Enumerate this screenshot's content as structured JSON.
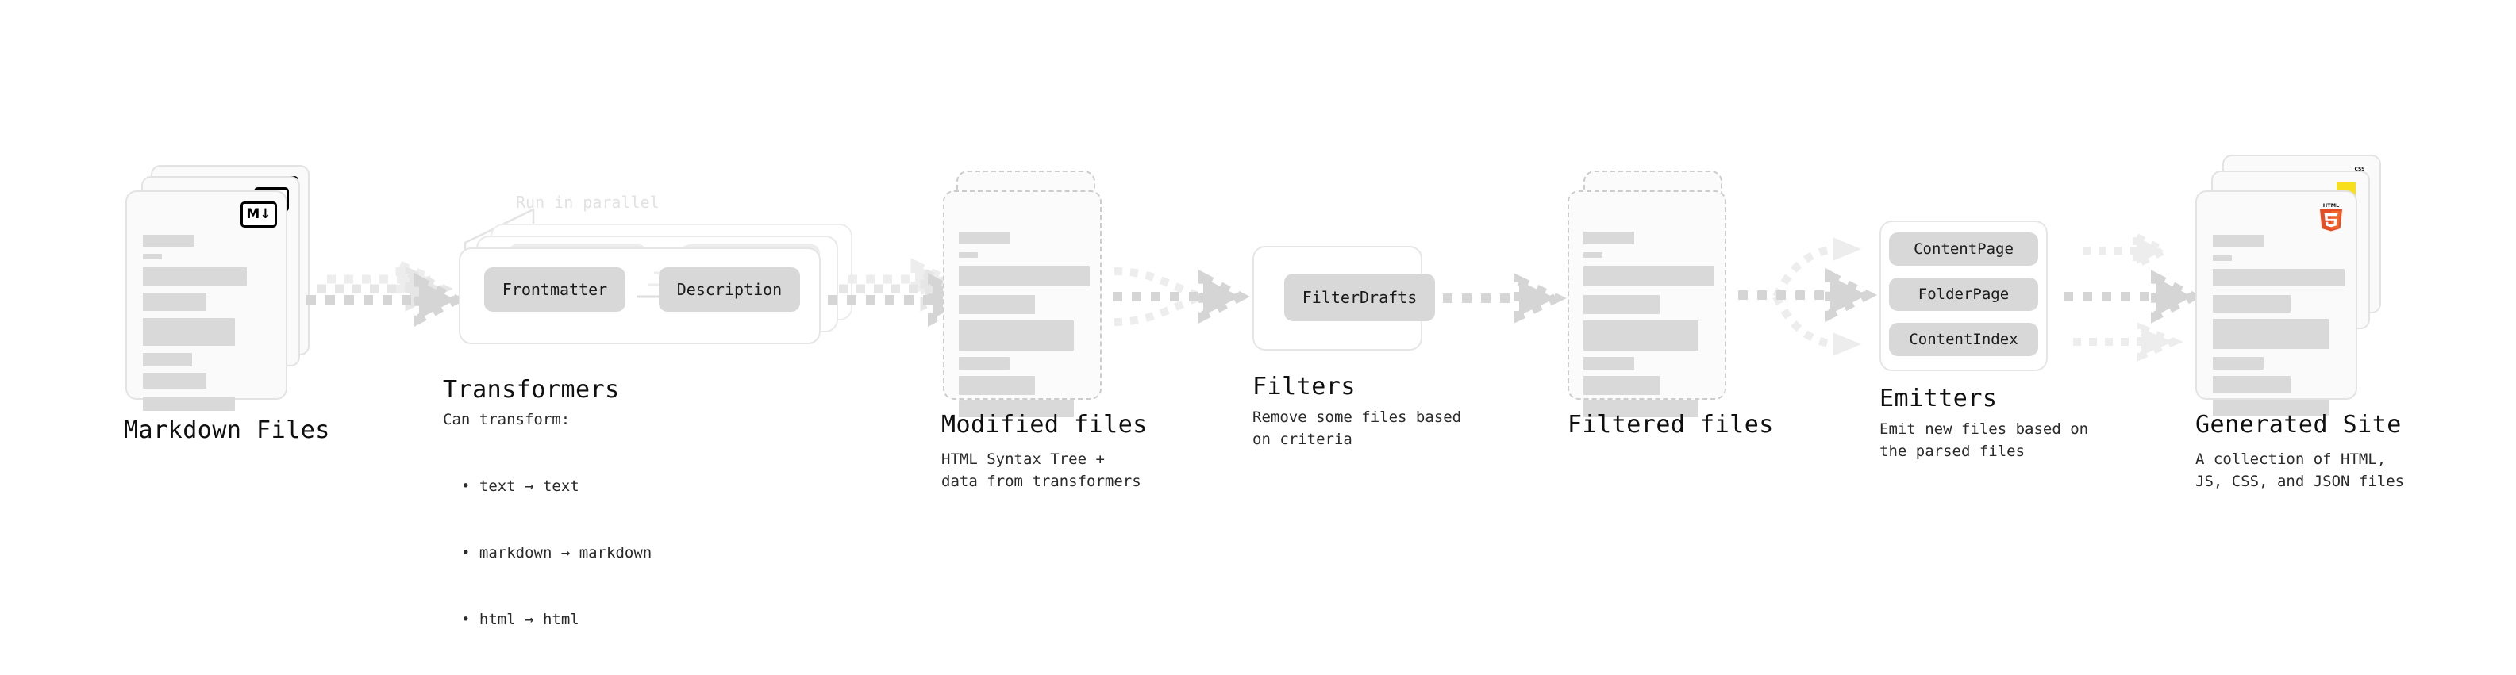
{
  "diagram": {
    "type": "pipeline-flow",
    "title": "Static site generation pipeline",
    "colors": {
      "card_fill": "#fafafa",
      "card_border": "#e3e3e3",
      "dashed_border": "#cccccc",
      "placeholder_bar": "#d9d9d9",
      "pill_fill": "#d8d8d8",
      "arrow": "#d5d5d5",
      "ghost_text": "#e2e2e2",
      "text": "#0f0f0f",
      "html5_orange": "#e44d26",
      "html5_orange_light": "#f16529",
      "js_yellow": "#f7df1e",
      "css_blue": "#264de4"
    }
  },
  "stages": [
    {
      "id": "markdown-files",
      "title": "Markdown Files",
      "subtitle": "",
      "badge": "M↓",
      "badge_name": "markdown-icon",
      "stack_count": 3,
      "kind": "file-stack"
    },
    {
      "id": "transformers",
      "title": "Transformers",
      "subtitle": "Can transform:",
      "bullets": [
        "text → text",
        "markdown → markdown",
        "html → html"
      ],
      "ghost_label": "Run in parallel",
      "items": [
        "Frontmatter",
        "Description"
      ],
      "stack_count": 3,
      "kind": "group"
    },
    {
      "id": "modified-files",
      "title": "Modified files",
      "subtitle": "HTML Syntax Tree +\ndata from transformers",
      "stack_count": 2,
      "kind": "file-stack-dashed"
    },
    {
      "id": "filters",
      "title": "Filters",
      "subtitle": "Remove some files based\non criteria",
      "items": [
        "FilterDrafts"
      ],
      "kind": "group"
    },
    {
      "id": "filtered-files",
      "title": "Filtered files",
      "subtitle": "",
      "stack_count": 2,
      "kind": "file-stack-dashed"
    },
    {
      "id": "emitters",
      "title": "Emitters",
      "subtitle": "Emit new files based on\nthe parsed files",
      "items": [
        "ContentPage",
        "FolderPage",
        "ContentIndex"
      ],
      "kind": "group"
    },
    {
      "id": "generated-site",
      "title": "Generated Site",
      "subtitle": "A collection of HTML,\nJS, CSS, and JSON files",
      "badge": "HTML5",
      "badge_name": "html5-icon",
      "stack_badges": [
        "css-icon",
        "js-icon",
        "html5-icon"
      ],
      "stack_count": 3,
      "kind": "file-stack"
    }
  ],
  "connectors": [
    {
      "id": "md-to-transformers",
      "style": "dashed-arrow",
      "lanes": 3,
      "shape": "parallel"
    },
    {
      "id": "transformers-to-modified",
      "style": "dashed-arrow",
      "lanes": 3,
      "shape": "parallel"
    },
    {
      "id": "modified-to-filters",
      "style": "dashed-arrow",
      "lanes": 3,
      "shape": "merge"
    },
    {
      "id": "filters-to-filtered",
      "style": "dashed-arrow",
      "lanes": 1,
      "shape": "single"
    },
    {
      "id": "filtered-to-emitters",
      "style": "dashed-arrow",
      "lanes": 3,
      "shape": "split"
    },
    {
      "id": "emitters-to-site",
      "style": "dashed-arrow",
      "lanes": 3,
      "shape": "parallel"
    }
  ]
}
